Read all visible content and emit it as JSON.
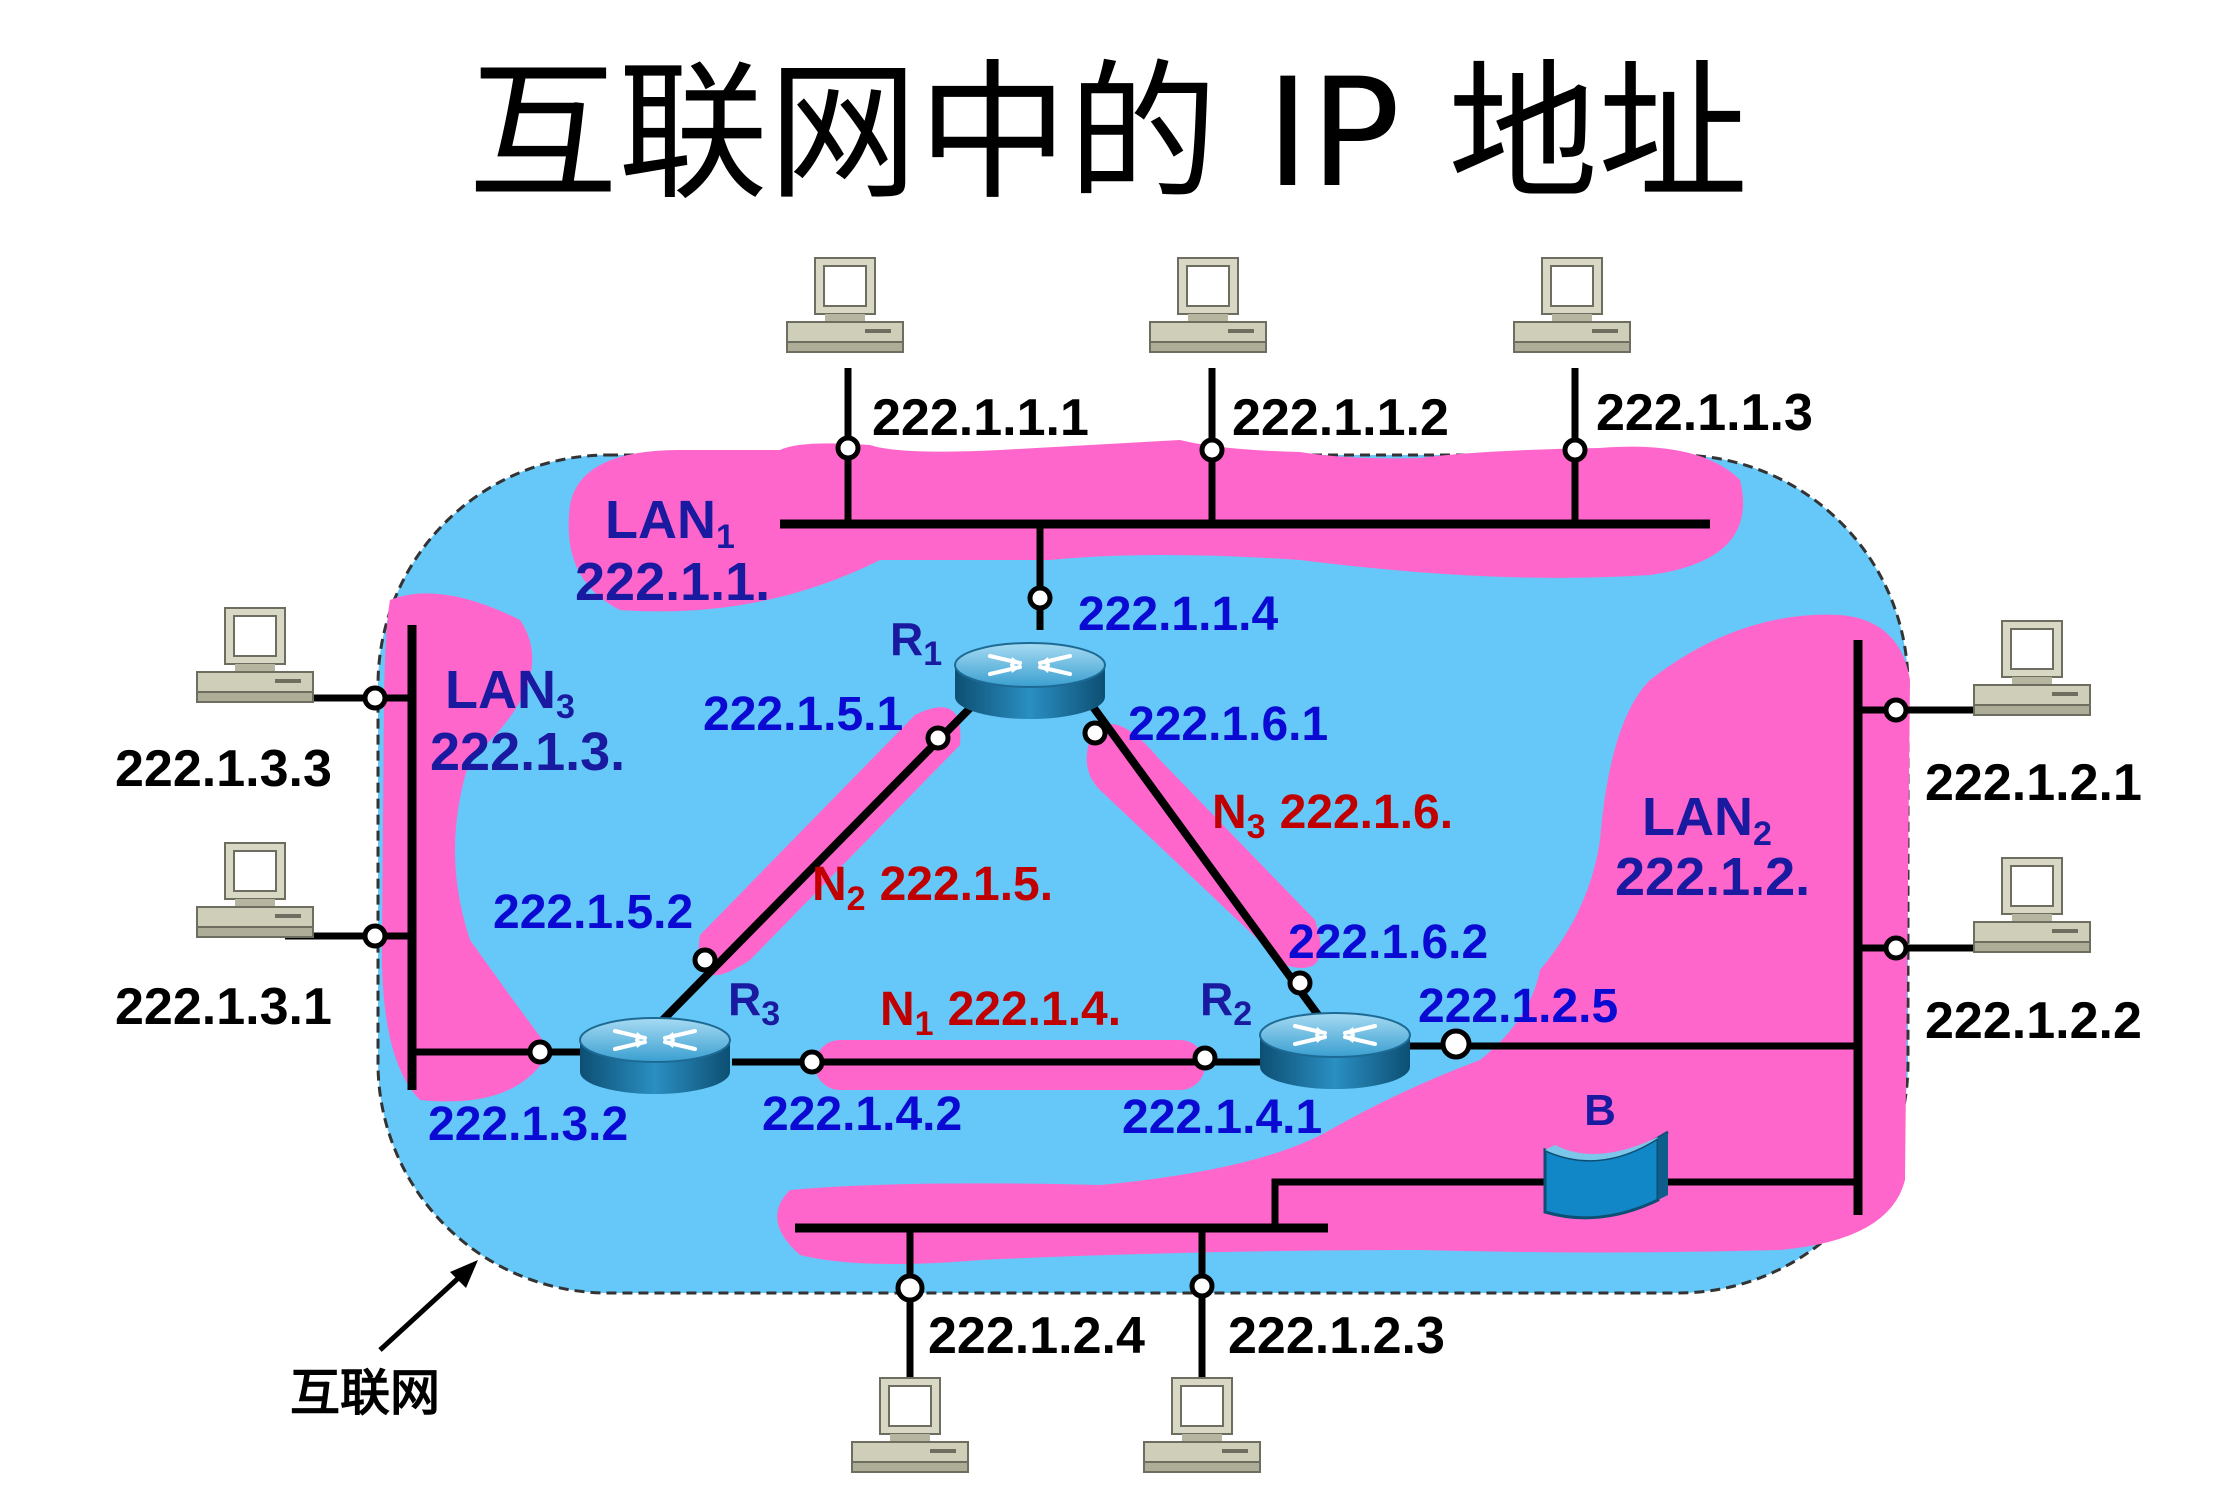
{
  "title": "互联网中的 IP 地址",
  "internet_label": "互联网",
  "bridge_label": "B",
  "lans": {
    "lan1": {
      "name": "LAN",
      "sub": "1",
      "net": "222.1.1."
    },
    "lan2": {
      "name": "LAN",
      "sub": "2",
      "net": "222.1.2."
    },
    "lan3": {
      "name": "LAN",
      "sub": "3",
      "net": "222.1.3."
    }
  },
  "links": {
    "n1": {
      "name": "N",
      "sub": "1",
      "net": "222.1.4."
    },
    "n2": {
      "name": "N",
      "sub": "2",
      "net": "222.1.5."
    },
    "n3": {
      "name": "N",
      "sub": "3",
      "net": "222.1.6."
    }
  },
  "routers": {
    "r1": {
      "name": "R",
      "sub": "1"
    },
    "r2": {
      "name": "R",
      "sub": "2"
    },
    "r3": {
      "name": "R",
      "sub": "3"
    }
  },
  "hosts": {
    "h111": "222.1.1.1",
    "h112": "222.1.1.2",
    "h113": "222.1.1.3",
    "h121": "222.1.2.1",
    "h122": "222.1.2.2",
    "h123": "222.1.2.3",
    "h124": "222.1.2.4",
    "h131": "222.1.3.1",
    "h133": "222.1.3.3"
  },
  "interfaces": {
    "r1_lan1": "222.1.1.4",
    "r1_n2": "222.1.5.1",
    "r1_n3": "222.1.6.1",
    "r2_n3": "222.1.6.2",
    "r2_lan2": "222.1.2.5",
    "r2_n1": "222.1.4.1",
    "r3_n2": "222.1.5.2",
    "r3_lan3": "222.1.3.2",
    "r3_n1": "222.1.4.2"
  },
  "colors": {
    "internet_fill": "#66c8f8",
    "network_fill": "#ff66cc",
    "router_blue": "#1f86b8",
    "ip_blue": "#0a0ad2",
    "lan_navy": "#1a1aa0",
    "net_red": "#c00000"
  }
}
